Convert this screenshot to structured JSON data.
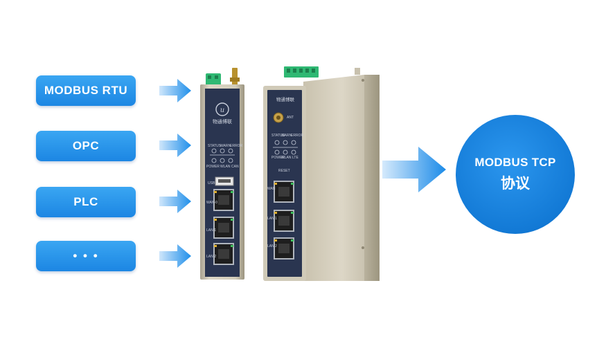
{
  "sources": [
    {
      "label": "MODBUS RTU"
    },
    {
      "label": "OPC"
    },
    {
      "label": "PLC"
    },
    {
      "label": "• • •"
    }
  ],
  "target": {
    "line1": "MODBUS TCP",
    "line2": "协议"
  },
  "device_small": {
    "brand": "物通博联",
    "labels": [
      "STATUS",
      "WARN",
      "ERROR",
      "POWER",
      "WLAN",
      "CAN",
      "USB",
      "WAN-0",
      "LAN-1",
      "LAN-2"
    ]
  },
  "device_large": {
    "brand": "物通博联",
    "labels": [
      "ANT",
      "STATUS",
      "WARN",
      "ERROR",
      "POWER",
      "WLAN",
      "LTE",
      "RESET",
      "WAN",
      "LAN 1",
      "LAN 2"
    ]
  },
  "colors": {
    "pill": "#2196ee",
    "arrow": "#2196ee",
    "circle": "#137ad6",
    "device_panel": "#2a3550",
    "device_case": "#cfc8b6",
    "terminal": "#2fb873"
  }
}
